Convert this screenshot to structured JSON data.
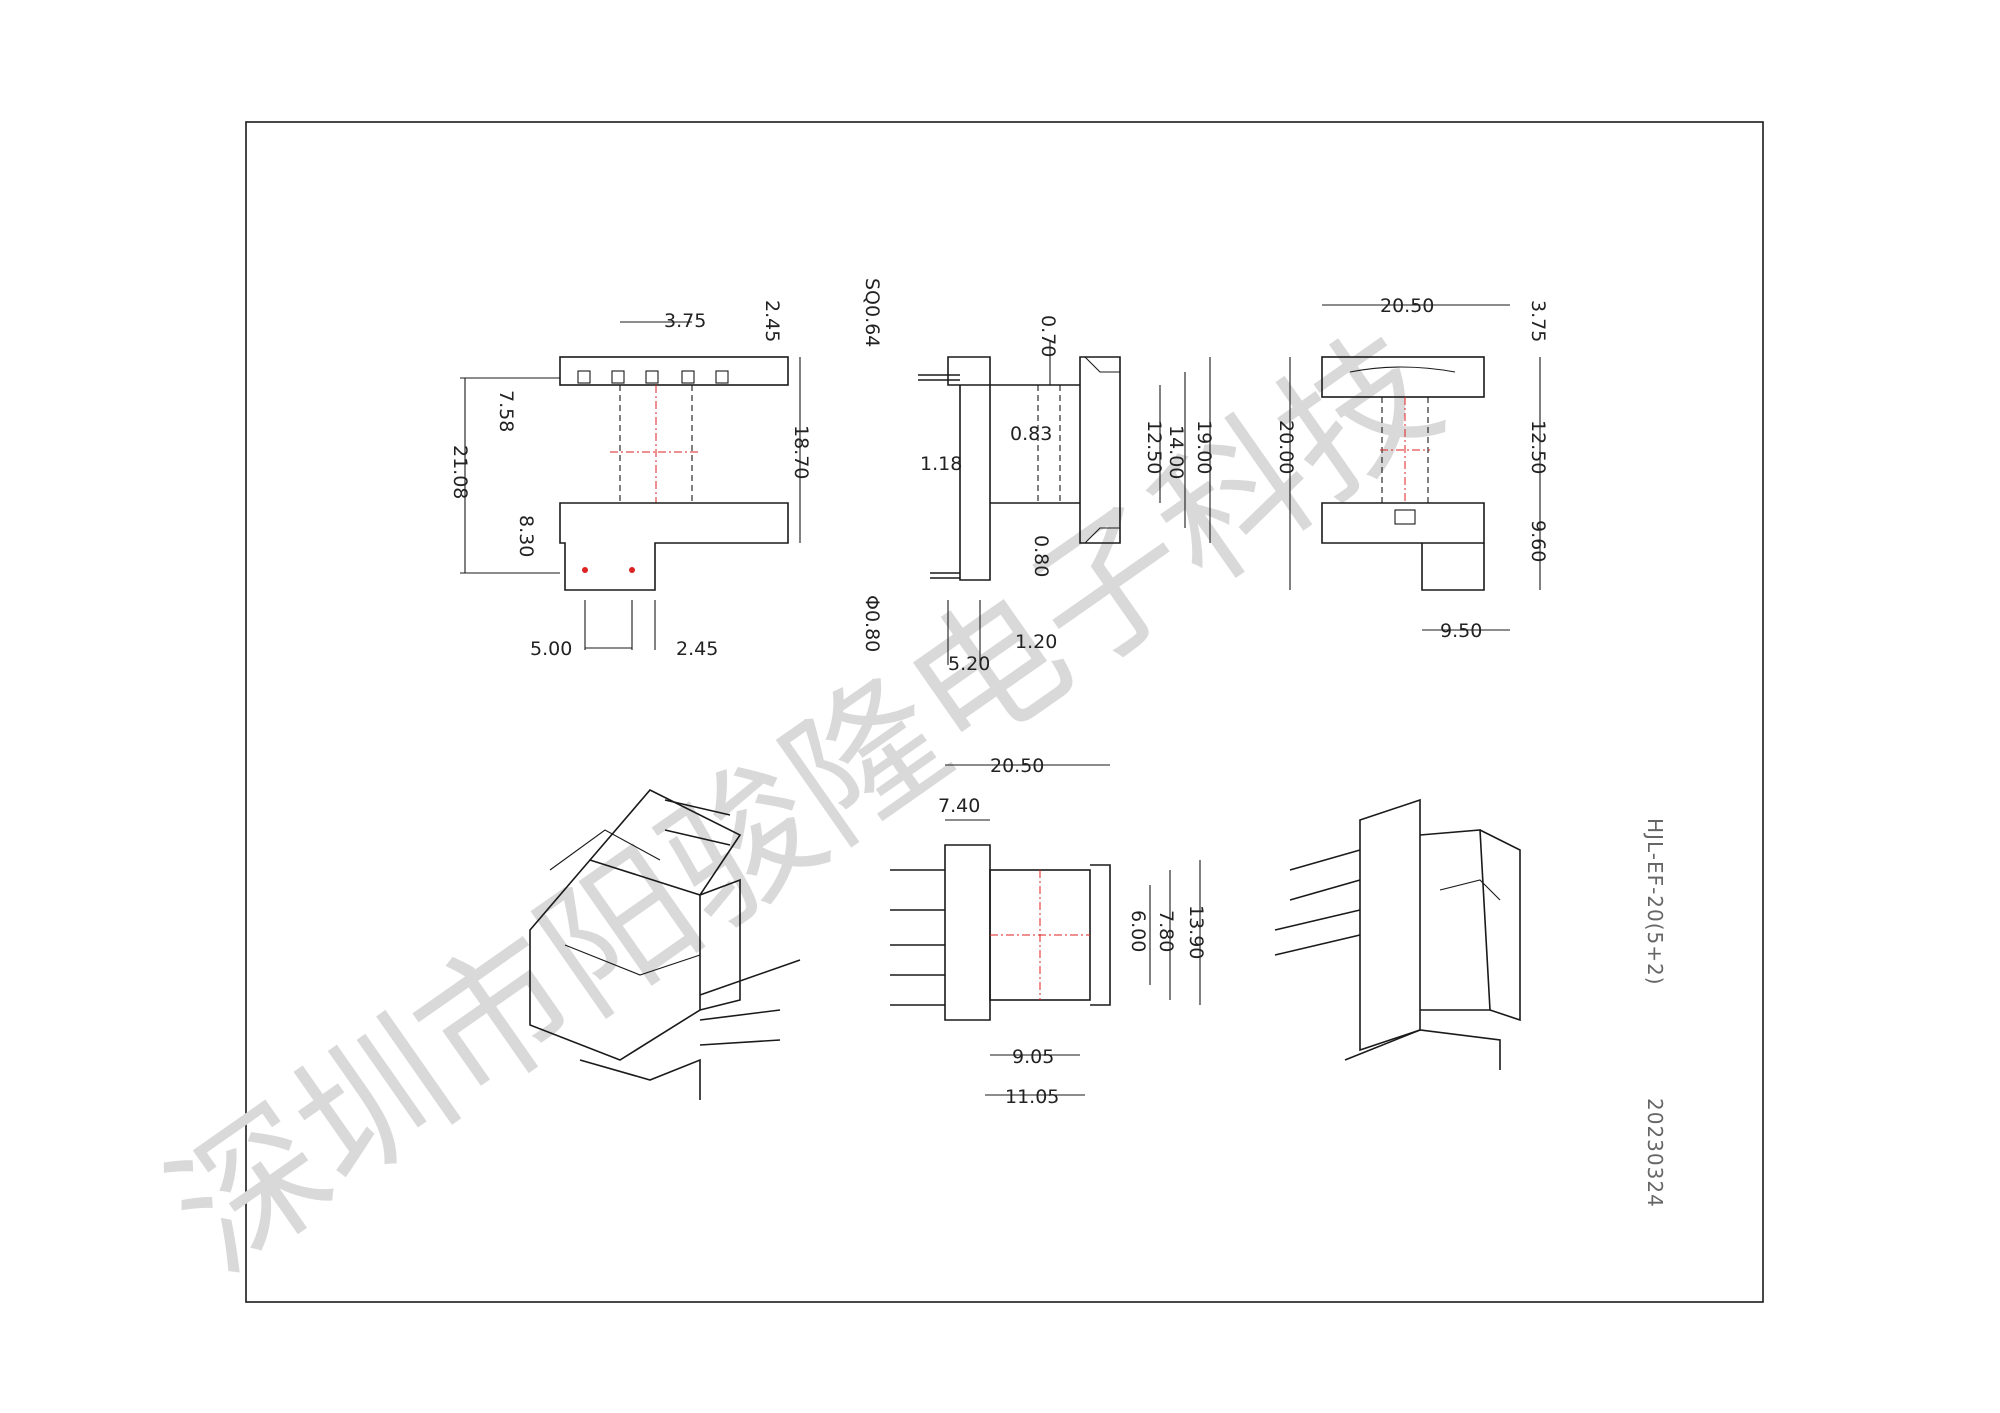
{
  "watermark": "深圳市阳骏隆电子科技",
  "part_label": "HJL-EF-20(5+2)",
  "date": "20230324",
  "views": {
    "front": {
      "dims": [
        "3.75",
        "2.45",
        "7.58",
        "21.08",
        "18.70",
        "8.30",
        "5.00",
        "2.45"
      ]
    },
    "side": {
      "dims": [
        "SQ0.64",
        "0.70",
        "0.83",
        "14.00",
        "12.50",
        "19.00",
        "1.18",
        "0.80",
        "Φ0.80",
        "1.20",
        "5.20"
      ]
    },
    "right": {
      "dims": [
        "20.50",
        "3.75",
        "20.00",
        "12.50",
        "9.60",
        "9.50"
      ]
    },
    "bottom": {
      "dims": [
        "20.50",
        "7.40",
        "7.80",
        "6.00",
        "13.90",
        "9.05",
        "11.05"
      ]
    }
  },
  "colors": {
    "line": "#1a1a1a",
    "centerline": "#dd2222",
    "watermark": "#d9d9d9"
  }
}
